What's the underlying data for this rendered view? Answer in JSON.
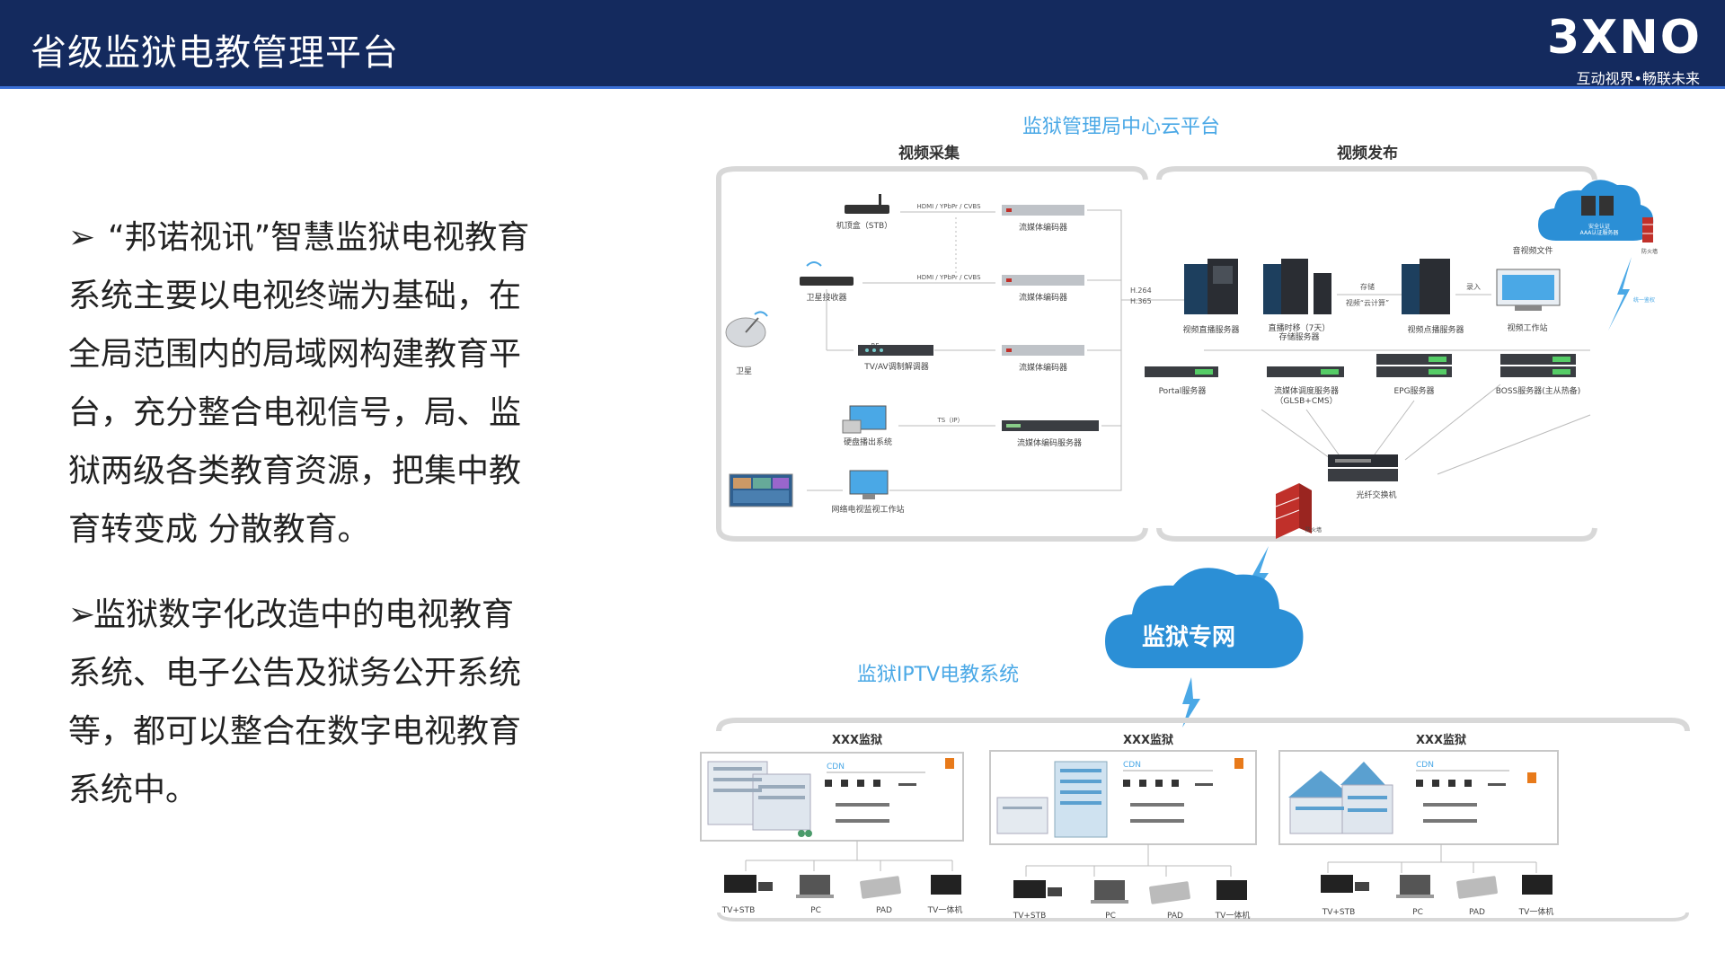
{
  "header": {
    "title": "省级监狱电教管理平台",
    "logo_text": "3XNO",
    "logo_slogan": "互动视界•畅联未来"
  },
  "left": {
    "bullet": "➢",
    "paragraphs": [
      "“邦诺视讯”智慧监狱电视教育系统主要以电视终端为基础，在全局范围内的局域网构建教育平台，充分整合电视信号，局、监狱两级各类教育资源，把集中教育转变成 分散教育。",
      "监狱数字化改造中的电视教育系统、电子公告及狱务公开系统等，都可以整合在数字电视教育系统中。"
    ]
  },
  "diagram": {
    "top_title": "监狱管理局中心云平台",
    "capture_title": "视频采集",
    "publish_title": "视频发布",
    "capture": {
      "stb": "机顶盒（STB）",
      "receiver": "卫星接收器",
      "satellite": "卫星",
      "modem": "TV/AV调制解调器",
      "disk": "硬盘播出系统",
      "monitor": "网络电视监视工作站",
      "enc1": "流媒体编码器",
      "enc2": "流媒体编码器",
      "enc3": "流媒体编码器",
      "enc_server": "流媒体编码服务器",
      "sig1": "HDMI / YPbPr / CVBS",
      "sig2": "HDMI / YPbPr / CVBS",
      "rf": "RF",
      "ts": "TS（IP）"
    },
    "publish": {
      "codec": "H.264\nH.365",
      "live": "视频直播服务器",
      "timeshift": "直播时移（7天）存储服务器",
      "store": "存储",
      "cloud_calc": "视频“云计算”",
      "vod": "视频点播服务器",
      "ingest": "录入",
      "workstation": "视频工作站",
      "av_files": "音视频文件",
      "aaa": "安全认证\nAAA认证服务器",
      "firewall_small": "防火墙",
      "unified": "统一鉴权",
      "portal": "Portal服务器",
      "dispatch": "流媒体调度服务器\n（GLSB+CMS）",
      "epg": "EPG服务器",
      "boss": "BOSS服务器(主从热备)",
      "switch": "光纤交换机",
      "firewall": "防火墙"
    },
    "network_cloud": "监狱专网",
    "iptv_title": "监狱IPTV电教系统",
    "prisons": [
      {
        "name": "XXX监狱",
        "cdn": "CDN",
        "devices": [
          "TV+STB",
          "PC",
          "PAD",
          "TV一体机"
        ]
      },
      {
        "name": "XXX监狱",
        "cdn": "CDN",
        "devices": [
          "TV+STB",
          "PC",
          "PAD",
          "TV一体机"
        ]
      },
      {
        "name": "XXX监狱",
        "cdn": "CDN",
        "devices": [
          "TV+STB",
          "PC",
          "PAD",
          "TV一体机"
        ]
      }
    ],
    "colors": {
      "accent": "#4aa8e6",
      "cloud": "#2b8fd6",
      "frame": "#d8d8d8",
      "firewall": "#c0302a"
    }
  }
}
